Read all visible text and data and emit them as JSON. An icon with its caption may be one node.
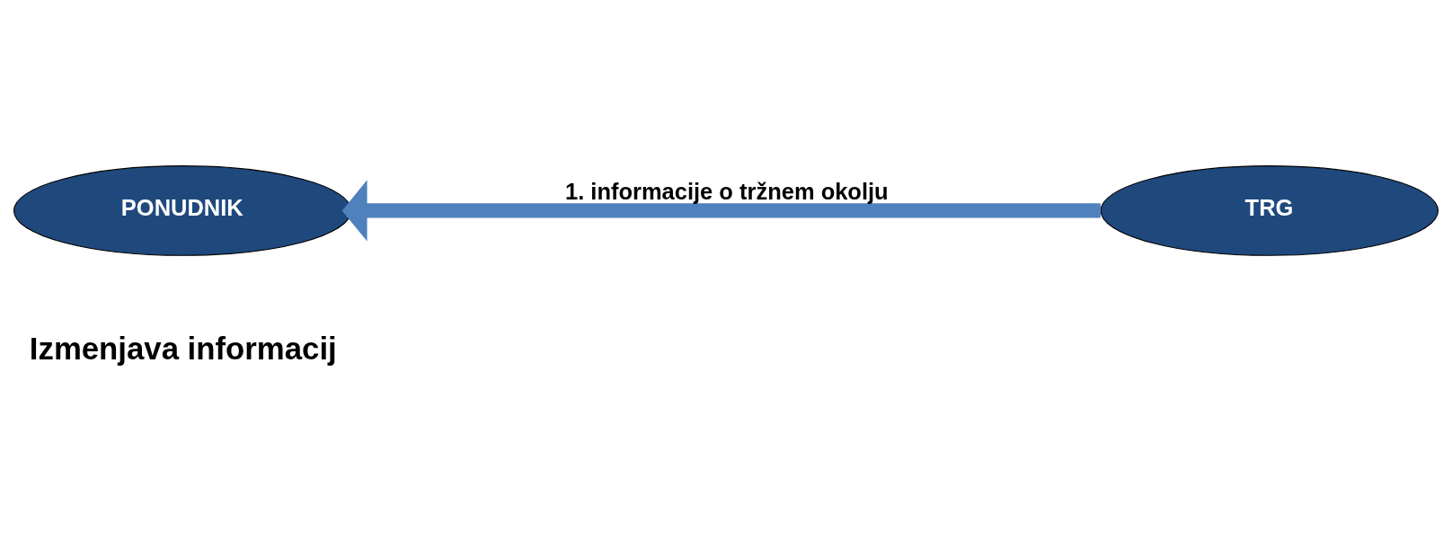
{
  "diagram": {
    "nodes": [
      {
        "text": [
          "PONUDNIK"
        ]
      },
      {
        "text": [
          "TRG"
        ]
      }
    ],
    "edges": [
      {
        "from": 1,
        "to": 0,
        "arrow": "to",
        "label": "1. informacije o tržnem okolju"
      }
    ],
    "labels": [
      "Izmenjava informacij"
    ]
  }
}
